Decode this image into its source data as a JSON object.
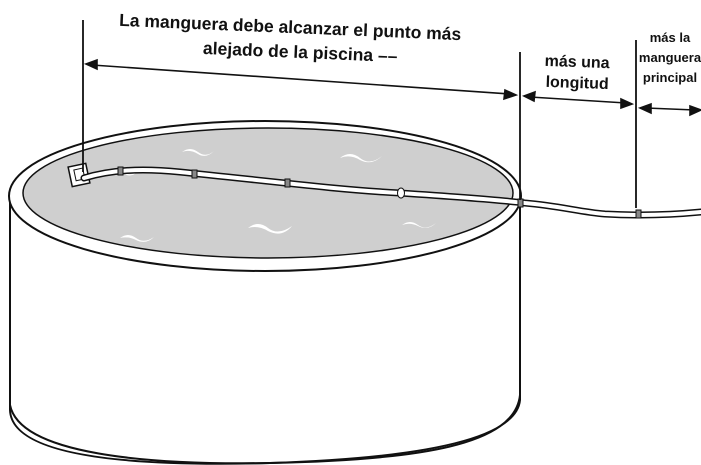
{
  "labels": {
    "main_line1": "La manguera debe alcanzar el punto más",
    "main_line2": "alejado de la piscina ––",
    "extra_line1": "más una",
    "extra_line2": "longitud",
    "hose_line1": "más la",
    "hose_line2": "manguera",
    "hose_line3": "principal"
  },
  "colors": {
    "water": "#cfcfcf",
    "outline": "#111111",
    "pool_wall": "#ffffff",
    "ripple": "#ffffff"
  }
}
